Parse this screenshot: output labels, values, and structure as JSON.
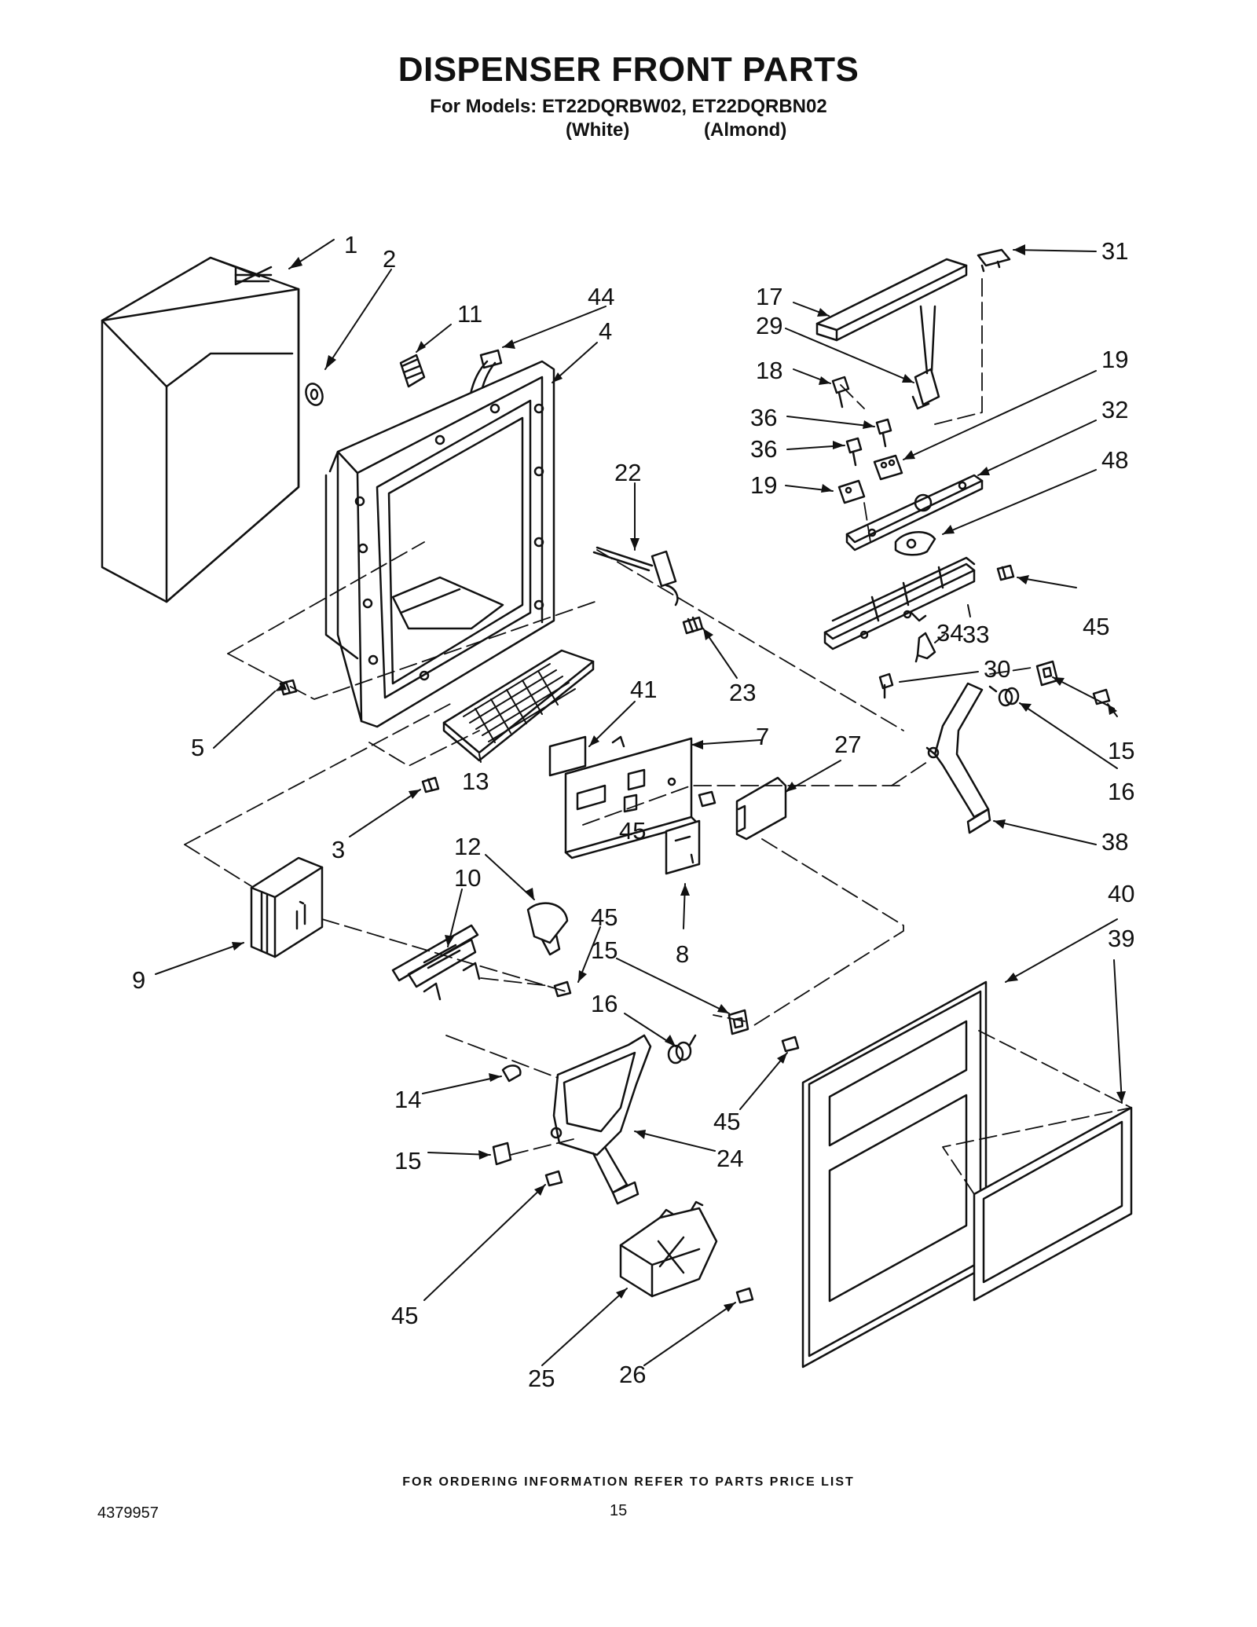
{
  "header": {
    "title": "DISPENSER FRONT PARTS",
    "models": "For Models: ET22DQRBW02, ET22DQRBN02",
    "variant_white": "(White)",
    "variant_almond": "(Almond)"
  },
  "callouts": [
    "1",
    "2",
    "11",
    "44",
    "4",
    "17",
    "29",
    "31",
    "18",
    "19",
    "36",
    "36",
    "32",
    "19",
    "48",
    "22",
    "45",
    "23",
    "33",
    "34",
    "30",
    "5",
    "41",
    "7",
    "27",
    "15",
    "16",
    "13",
    "3",
    "45",
    "38",
    "12",
    "10",
    "45",
    "15",
    "8",
    "9",
    "16",
    "40",
    "39",
    "14",
    "45",
    "24",
    "15",
    "45",
    "25",
    "26"
  ],
  "footer": {
    "ordering_note": "FOR ORDERING INFORMATION REFER TO PARTS PRICE LIST",
    "doc_number": "4379957",
    "page_number": "15"
  }
}
